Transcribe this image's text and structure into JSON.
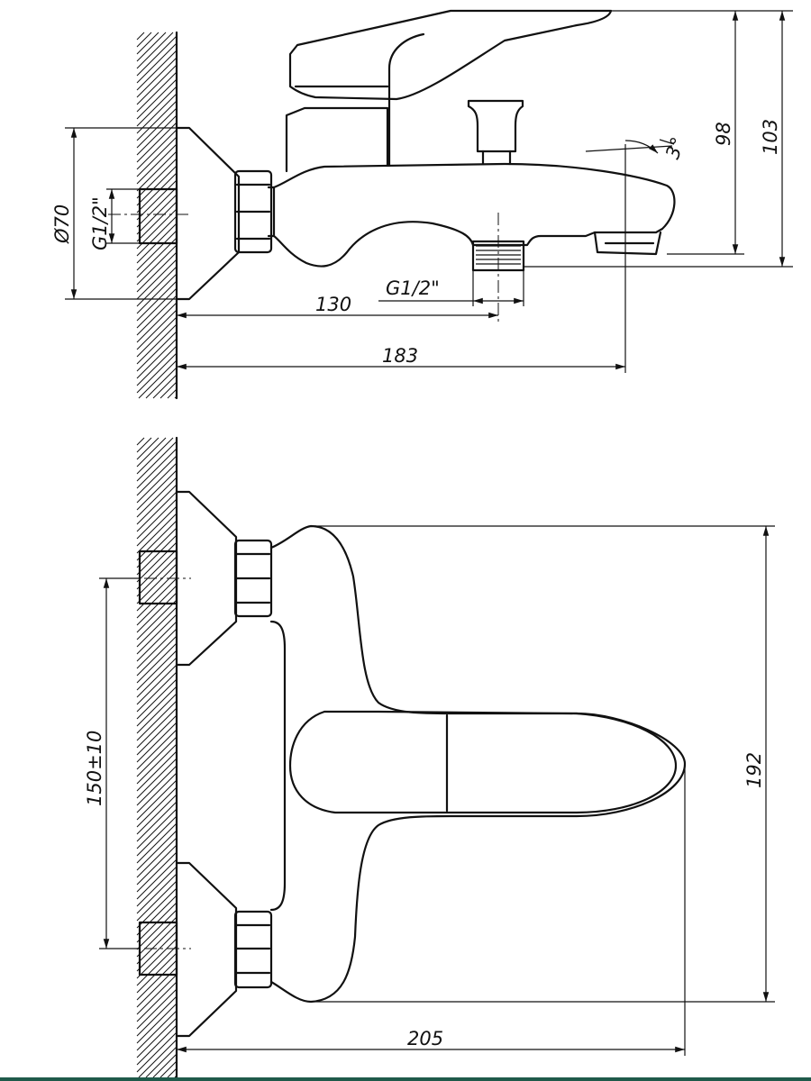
{
  "side_view": {
    "dim_wall_flange_diameter": "Ø70",
    "dim_inlet_thread": "G1/2\"",
    "dim_outlet_thread": "G1/2\"",
    "dim_outlet_distance": "130",
    "dim_spout_length": "183",
    "dim_spout_angle": "3°",
    "dim_height_outlet": "98",
    "dim_height_total": "103"
  },
  "top_view": {
    "dim_inlet_spacing": "150±10",
    "dim_body_height": "192",
    "dim_total_length": "205"
  },
  "colors": {
    "line": "#111111",
    "background": "#ffffff",
    "bottom_bar": "#1f5a4a"
  }
}
